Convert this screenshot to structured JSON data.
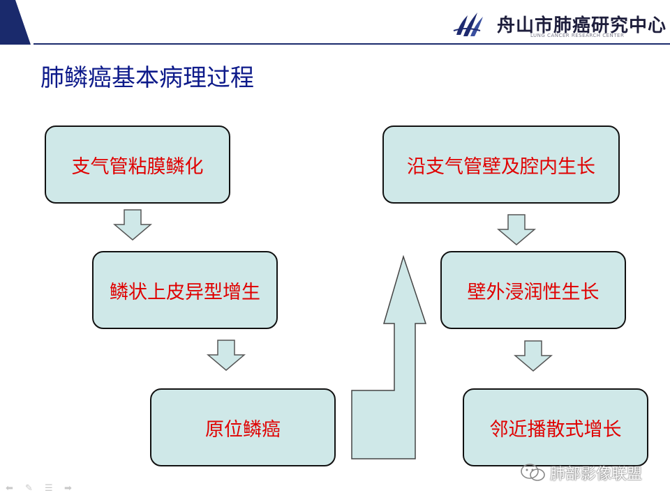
{
  "header": {
    "org_name": "舟山市肺癌研究中心",
    "org_sub": "LUNG CANCER RESEARCH CENTER",
    "logo_icon": "ds-logo-icon"
  },
  "title": "肺鳞癌基本病理过程",
  "boxes": {
    "b1": "支气管粘膜鳞化",
    "b2": "鳞状上皮异型增生",
    "b3": "原位鳞癌",
    "b4": "沿支气管壁及腔内生长",
    "b5": "壁外浸润性生长",
    "b6": "邻近播散式增长"
  },
  "watermark": {
    "text": "肺部影像联盟",
    "icon": "wechat-icon"
  },
  "colors": {
    "box_fill": "#cfe8e8",
    "box_text": "#e00000",
    "title": "#0d1a8a",
    "header_accent": "#1a2a6c"
  }
}
